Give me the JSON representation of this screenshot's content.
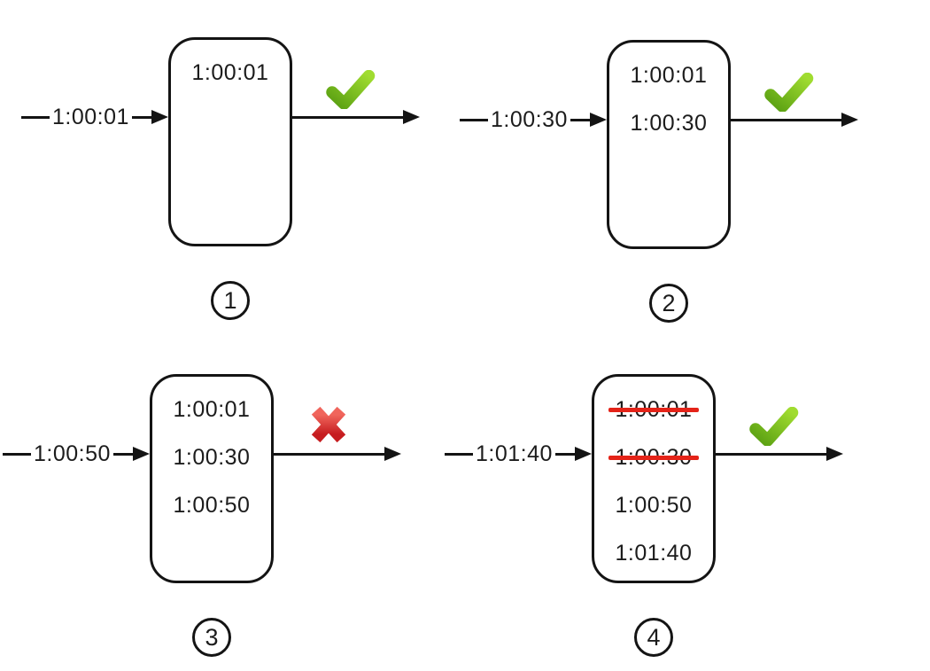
{
  "colors": {
    "background": "#ffffff",
    "line": "#141414",
    "text": "#1c1c1c",
    "strikethrough": "#e42318",
    "check_gradient": [
      "#5aa012",
      "#a0dc30"
    ],
    "cross_gradient": [
      "#f0655c",
      "#c61c1f"
    ]
  },
  "icons": {
    "allow": "green-check-icon",
    "reject": "red-cross-icon",
    "arrow": "black-arrowhead-icon"
  },
  "panels": [
    {
      "number": "1",
      "input_label": "1:00:01",
      "entries": [
        {
          "time": "1:00:01",
          "struck": false
        }
      ],
      "result": "allow"
    },
    {
      "number": "2",
      "input_label": "1:00:30",
      "entries": [
        {
          "time": "1:00:01",
          "struck": false
        },
        {
          "time": "1:00:30",
          "struck": false
        }
      ],
      "result": "allow"
    },
    {
      "number": "3",
      "input_label": "1:00:50",
      "entries": [
        {
          "time": "1:00:01",
          "struck": false
        },
        {
          "time": "1:00:30",
          "struck": false
        },
        {
          "time": "1:00:50",
          "struck": false
        }
      ],
      "result": "reject"
    },
    {
      "number": "4",
      "input_label": "1:01:40",
      "entries": [
        {
          "time": "1:00:01",
          "struck": true
        },
        {
          "time": "1:00:30",
          "struck": true
        },
        {
          "time": "1:00:50",
          "struck": false
        },
        {
          "time": "1:01:40",
          "struck": false
        }
      ],
      "result": "allow"
    }
  ]
}
